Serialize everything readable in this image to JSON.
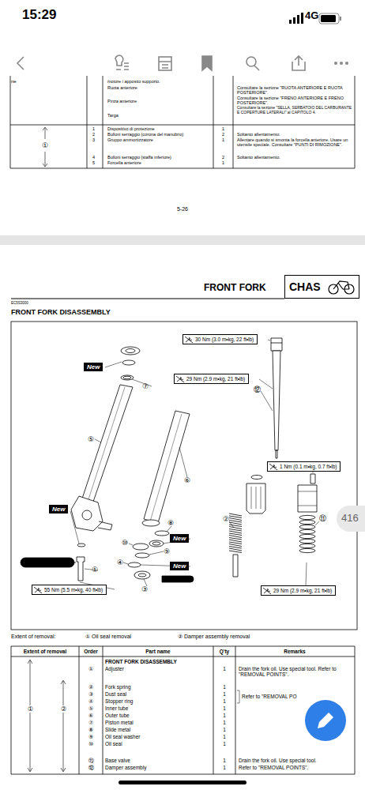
{
  "diagram": {
    "title": "FRONT FORK DISASSEMBLY",
    "nodes": [
      {
        "text": [
          "CHAS"
        ]
      },
      {
        "text": [
          "30 Nm (3.0 m•kg, 22 ft•lb)"
        ]
      },
      {
        "text": [
          "New"
        ]
      },
      {
        "text": [
          "29 Nm (2.9 m•kg, 21 ft•lb)"
        ]
      },
      {
        "text": [
          "1 Nm (0.1 m•kg, 0.7 ft•lb)"
        ]
      },
      {
        "text": [
          "416"
        ]
      },
      {
        "text": [
          "New"
        ]
      },
      {
        "text": [
          "New"
        ]
      },
      {
        "text": [
          "New"
        ]
      },
      {
        "text": [
          "55 Nm (5.5 m•kg, 40 ft•lb)"
        ]
      },
      {
        "text": [
          "29 Nm (2.9 m•kg, 21 ft•lb)"
        ]
      }
    ],
    "labels": [
      "15:29",
      "4G",
      "ne",
      "motore i apposito supporto.",
      "Ruota anteriore",
      "Pinza anteriore",
      "Targa",
      "Consultare la sezione \"RUOTA ANTERIORE E RUOTA POSTERIORE\".",
      "Consultare la sezione \"FRENO ANTERIORE E FRENO POSTERIORE\".",
      "Consultare la sezione \"SELLA, SERBATOIO DEL CARBURANTE E COPERTURE LATERALI\" al CAPITOLO 4.",
      "1",
      "Dispositivo di protezione",
      "1",
      "2",
      "Bulloni serraggio (corona del manubrio)",
      "2",
      "Soltanto allentamento.",
      "3",
      "Gruppo ammortizzatore",
      "1",
      "Allentare quando si smonta la forcella anteriore. Usare un utensile speciale. Consultare \"PUNTI DI RIMOZIONE\".",
      "4",
      "Bulloni serraggio (staffa inferiore)",
      "2",
      "Soltanto allentamento.",
      "5",
      "Forcella anteriore",
      "1",
      "①",
      "5-26",
      "FRONT FORK",
      "EC5S3000",
      "⑦",
      "⑫",
      "⑤",
      "⑥",
      "②",
      "⑪",
      "⑧",
      "⑩",
      "⑨",
      "④",
      "①",
      "③",
      "Extent of removal:",
      "① Oil seal removal",
      "② Damper assembly removal",
      "Extent of removal",
      "Order",
      "Part name",
      "Q'ty",
      "Remarks",
      "FRONT FORK DISASSEMBLY",
      "①",
      "Adjuster",
      "1",
      "Drain the fork oil. Use special tool. Refer to \"REMOVAL POINTS\".",
      "②",
      "Fork spring",
      "1",
      "③",
      "Dust seal",
      "1",
      "④",
      "Stopper ring",
      "1",
      "Refer to \"REMOVAL PO",
      "⑤",
      "Inner tube",
      "1",
      "⑥",
      "Outer tube",
      "1",
      "⑦",
      "Piston metal",
      "1",
      "⑧",
      "Slide metal",
      "1",
      "⑨",
      "Oil seal washer",
      "1",
      "⑩",
      "Oil seal",
      "1",
      "⑪",
      "Base valve",
      "1",
      "Drain the fork oil. Use special tool.",
      "⑫",
      "Damper assembly",
      "1",
      "Refer to \"REMOVAL POINTS\".",
      "①",
      "②"
    ]
  }
}
